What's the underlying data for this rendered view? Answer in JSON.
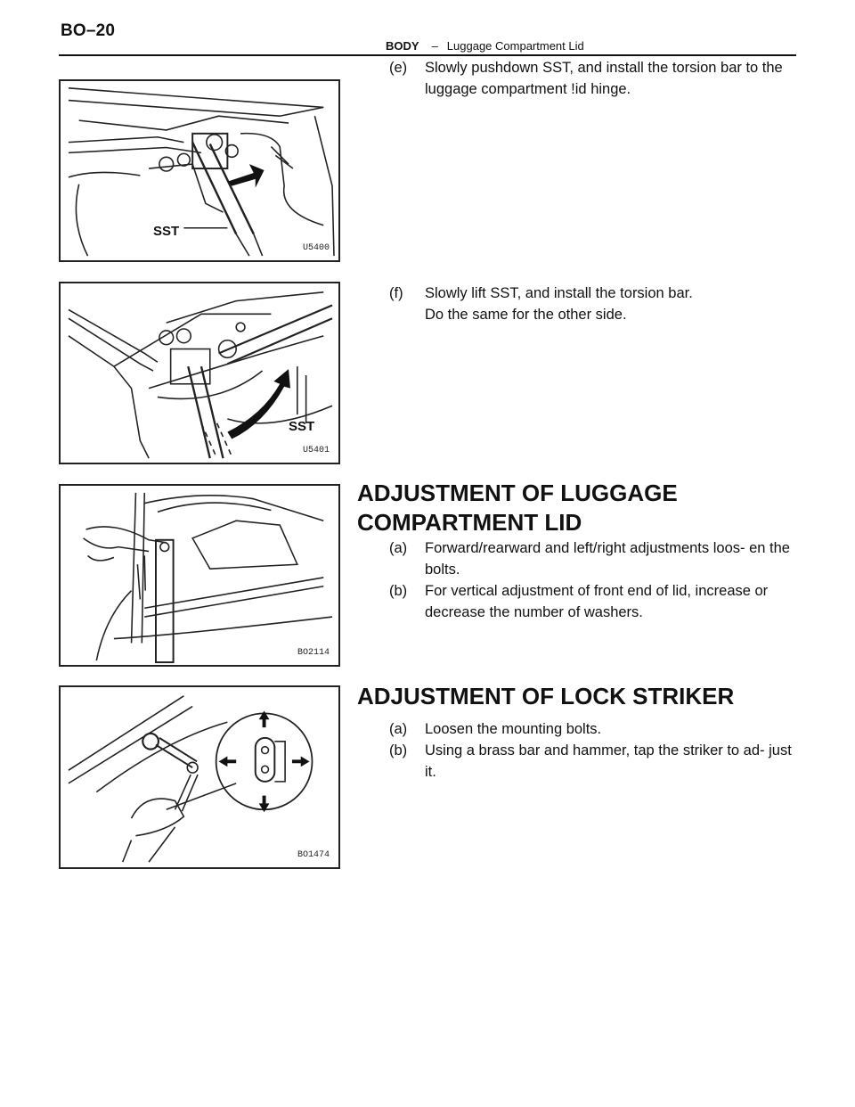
{
  "header": {
    "page_id": "BO–20",
    "section": "BODY",
    "separator": "–",
    "subsection": "Luggage Compartment Lid"
  },
  "figures": [
    {
      "code": "U5400",
      "labels": [
        "SST"
      ]
    },
    {
      "code": "U5401",
      "labels": [
        "SST"
      ]
    },
    {
      "code": "BO2114",
      "labels": []
    },
    {
      "code": "BO1474",
      "labels": []
    }
  ],
  "install_steps": [
    {
      "mark": "(e)",
      "text": "Slowly pushdown SST, and install the torsion bar to the luggage compartment !id hinge."
    },
    {
      "mark": "(f)",
      "text": "Slowly lift SST, and install the torsion bar.",
      "text2": "Do the same for the other side."
    }
  ],
  "adjust_lid": {
    "title_line1": "ADJUSTMENT OF LUGGAGE",
    "title_line2": "COMPARTMENT LID",
    "steps": [
      {
        "mark": "(a)",
        "text": "Forward/rearward  and  left/right  adjustments  loos- en the bolts."
      },
      {
        "mark": "(b)",
        "text": "For vertical adjustment of front end of lid, increase or decrease the number of washers."
      }
    ]
  },
  "adjust_striker": {
    "title": "ADJUSTMENT OF LOCK STRIKER",
    "steps": [
      {
        "mark": "(a)",
        "text": "Loosen the mounting bolts."
      },
      {
        "mark": "(b)",
        "text": "Using a brass bar and hammer, tap the striker to ad- just it."
      }
    ]
  }
}
